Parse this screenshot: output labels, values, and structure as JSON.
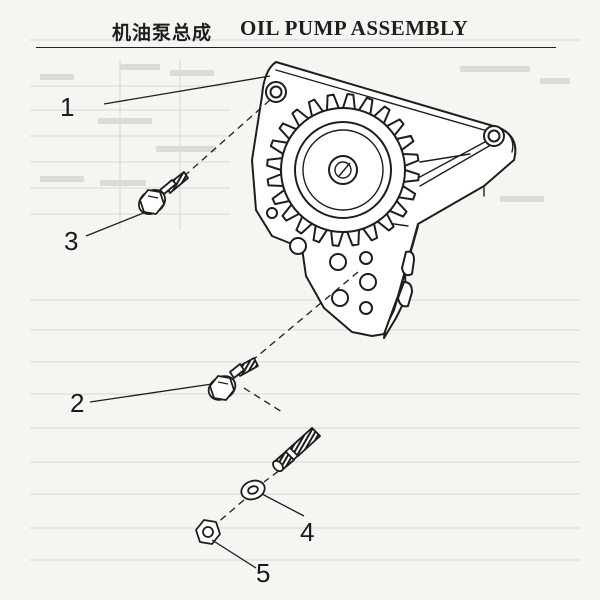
{
  "header": {
    "title_zh": "机油泵总成",
    "title_en": "OIL PUMP ASSEMBLY"
  },
  "callouts": [
    {
      "id": "1"
    },
    {
      "id": "2"
    },
    {
      "id": "3"
    },
    {
      "id": "4"
    },
    {
      "id": "5"
    }
  ],
  "parts": [
    {
      "callout": "1",
      "part": "oil-pump-body-with-gear"
    },
    {
      "callout": "2",
      "part": "flange-bolt"
    },
    {
      "callout": "3",
      "part": "flange-bolt"
    },
    {
      "callout": "4",
      "part": "washer"
    },
    {
      "callout": "5",
      "part": "hex-nut"
    }
  ],
  "colors": {
    "ink": "#1e1e1e",
    "paper": "#f6f5f1",
    "show_through": "#d6d5d0"
  }
}
